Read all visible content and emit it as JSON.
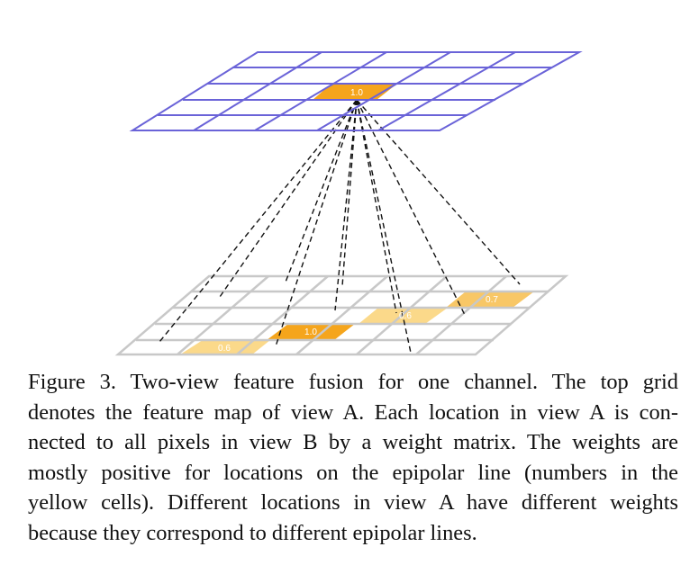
{
  "top_grid": {
    "label": "feature map of view A",
    "highlight_value": "1.0",
    "line_color": "#6a63d8",
    "highlight_color": "#f5a51c"
  },
  "bottom_grid": {
    "line_color": "#c8c8c8",
    "cells": [
      {
        "value": "0.6",
        "color": "#fbd98a"
      },
      {
        "value": "1.0",
        "color": "#f5a51c"
      },
      {
        "value": "0.6",
        "color": "#fbd98a"
      },
      {
        "value": "0.7",
        "color": "#f8c766"
      }
    ]
  },
  "caption": {
    "lines": [
      "Figure 3. Two-view feature fusion for one channel.  The top grid",
      "denotes the feature map of view A. Each location in view A is con-",
      "nected to all pixels in view B by a weight matrix. The weights are",
      "mostly positive for locations on the epipolar line (numbers in the",
      "yellow cells). Different locations in view A have different weights",
      "because they correspond to different epipolar lines."
    ]
  }
}
